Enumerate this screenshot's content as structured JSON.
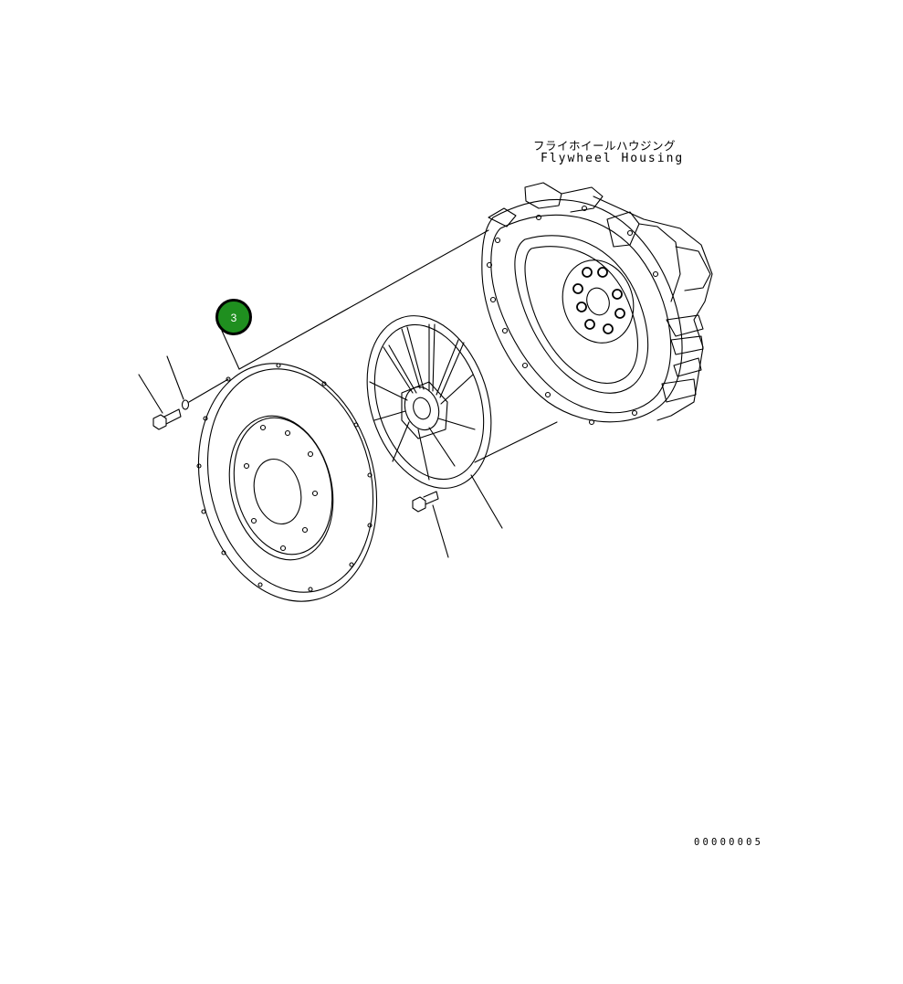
{
  "labels": {
    "part_name_jp": "フライホイールハウジング",
    "part_name_en": "Flywheel Housing"
  },
  "callouts": [
    {
      "number": "3",
      "color": "#1f8f1f"
    }
  ],
  "drawing_number": "00000005"
}
